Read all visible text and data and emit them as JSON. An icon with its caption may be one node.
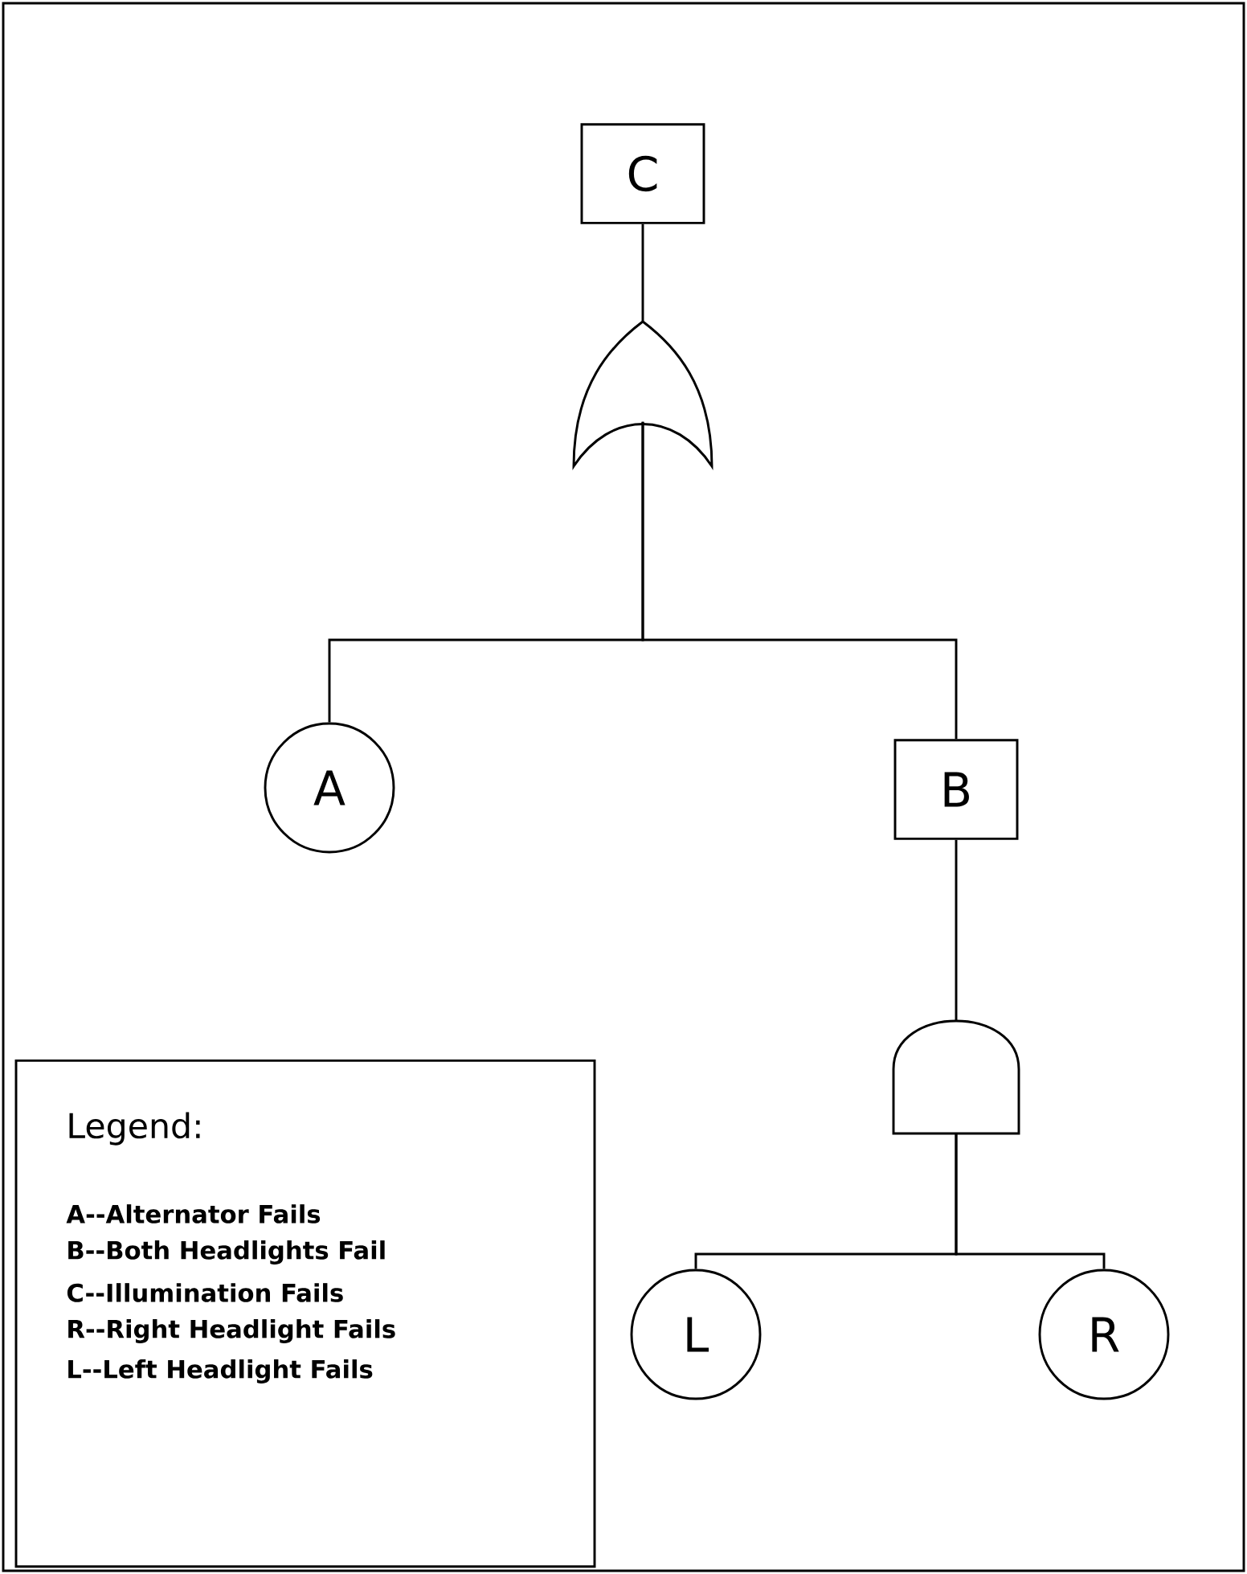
{
  "diagram": {
    "nodes": [
      {
        "text": [
          "C"
        ]
      },
      {
        "text": [],
        "shape": "or-gate"
      },
      {
        "text": [
          "A"
        ]
      },
      {
        "text": [
          "B"
        ]
      },
      {
        "text": [],
        "shape": "and-gate"
      },
      {
        "text": [
          "L"
        ]
      },
      {
        "text": [
          "R"
        ]
      },
      {
        "text": [
          "Legend:",
          "A--Alternator Fails",
          "B--Both Headlights Fail",
          "C--Illumination Fails",
          "R--Right Headlight Fails",
          "L--Left Headlight Fails"
        ]
      }
    ],
    "edges": [
      {
        "from": 0,
        "to": 1,
        "arrow": "none"
      },
      {
        "from": 1,
        "to": 2,
        "arrow": "none"
      },
      {
        "from": 1,
        "to": 3,
        "arrow": "none"
      },
      {
        "from": 3,
        "to": 4,
        "arrow": "none"
      },
      {
        "from": 4,
        "to": 5,
        "arrow": "none"
      },
      {
        "from": 4,
        "to": 6,
        "arrow": "none"
      }
    ]
  }
}
